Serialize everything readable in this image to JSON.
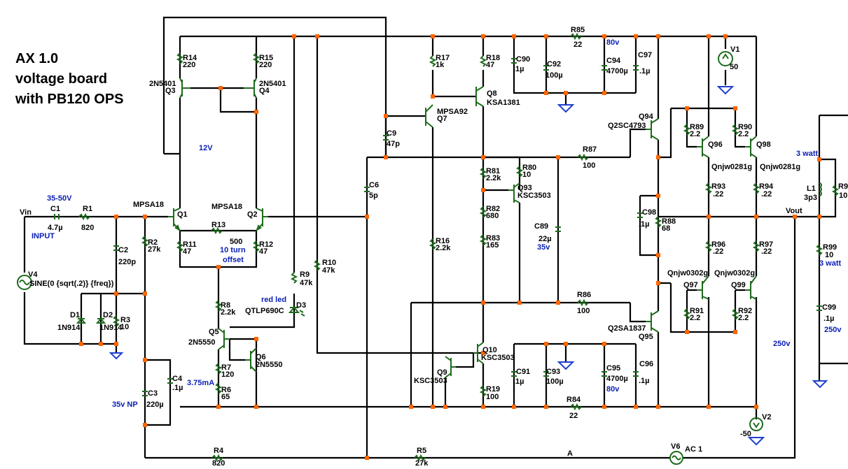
{
  "title_lines": [
    "AX 1.0",
    "voltage board",
    "with PB120 OPS"
  ],
  "notes": {
    "supply_range": "35-50V",
    "input": "INPUT",
    "v12": "12V",
    "turn_offset_1": "10 turn",
    "turn_offset_2": "offset",
    "red_led": "red led",
    "current": "3.75mA",
    "np": "35v NP",
    "c89_v": "35v",
    "c94_v": "80v",
    "c95_v": "80v",
    "v250a": "250v",
    "v250b": "250v",
    "watt3a": "3 watt",
    "watt3b": "3 watt"
  },
  "labels": {
    "vin": "Vin",
    "vout": "Vout",
    "node_a": "A",
    "c1": "C1",
    "c1v": "4.7µ",
    "r1": "R1",
    "r1v": "820",
    "q1": "Q1",
    "q1t": "MPSA18",
    "q2": "Q2",
    "q2t": "MPSA18",
    "r13": "R13",
    "r13v": "500",
    "r14": "R14",
    "r14v": "220",
    "r15": "R15",
    "r15v": "220",
    "q3": "Q3",
    "q3t": "2N5401",
    "q4": "Q4",
    "q4t": "2N5401",
    "r11": "R11",
    "r11v": "47",
    "r12": "R12",
    "r12v": "47",
    "r2": "R2",
    "r2v": "27k",
    "c2": "C2",
    "c2v": "220p",
    "v4": "V4",
    "v4v": "SINE(0 {sqrt(.2)} {freq})",
    "d1": "D1",
    "d1t": "1N914",
    "d2": "D2",
    "d2t": "1N914",
    "r3": "R3",
    "r3v": "10",
    "c3": "C3",
    "c3v": "220µ",
    "c4": "C4",
    "c4v": ".1µ",
    "r4": "R4",
    "r4v": "820",
    "r5": "R5",
    "r5v": "27k",
    "r8": "R8",
    "r8v": "2.2k",
    "q5": "Q5",
    "q5t": "2N5550",
    "q6": "Q6",
    "q6t": "2N5550",
    "r7": "R7",
    "r7v": "120",
    "r6": "R6",
    "r6v": "65",
    "r9": "R9",
    "r9v": "47k",
    "r10": "R10",
    "r10v": "47k",
    "d3": "D3",
    "d3t": "QTLP690C",
    "c6": "C6",
    "c6v": "5p",
    "c9": "C9",
    "c9v": "47p",
    "q7": "Q7",
    "q7t": "MPSA92",
    "r17": "R17",
    "r17v": "1k",
    "r16": "R16",
    "r16v": "2.2k",
    "q8": "Q8",
    "q8t": "KSA1381",
    "r18": "R18",
    "r18v": "47",
    "c90": "C90",
    "c90v": ".1µ",
    "c92": "C92",
    "c92v": "100µ",
    "r85": "R85",
    "r85v": "22",
    "c94": "C94",
    "c94v": "4700µ",
    "c97": "C97",
    "c97v": ".1µ",
    "v1": "V1",
    "v1v": "50",
    "r81": "R81",
    "r81v": "2.2k",
    "r80": "R80",
    "r80v": "10",
    "q93": "Q93",
    "q93t": "KSC3503",
    "r82": "R82",
    "r82v": "680",
    "r83": "R83",
    "r83v": "165",
    "c89": "C89",
    "c89v": "22µ",
    "r87": "R87",
    "r87v": "100",
    "r86": "R86",
    "r86v": "100",
    "q94": "Q94",
    "q94t": "Q2SC4793",
    "q95": "Q95",
    "q95t": "Q2SA1837",
    "c98": "C98",
    "c98v": ".1µ",
    "r88": "R88",
    "r88v": "68",
    "r89": "R89",
    "r89v": "2.2",
    "r90": "R90",
    "r90v": "2.2",
    "q96": "Q96",
    "q96t": "Qnjw0281g",
    "q98": "Q98",
    "q98t": "Qnjw0281g",
    "r93": "R93",
    "r93v": ".22",
    "r94": "R94",
    "r94v": ".22",
    "r96": "R96",
    "r96v": ".22",
    "r97": "R97",
    "r97v": ".22",
    "q97": "Q97",
    "q97t": "Qnjw0302g",
    "q99": "Q99",
    "q99t": "Qnjw0302g",
    "r91": "R91",
    "r91v": "2.2",
    "r92": "R92",
    "r92v": "2.2",
    "l1": "L1",
    "l1v": "3p3",
    "r9x": "R9",
    "r9xv": "10",
    "r99": "R99",
    "r99v": "10",
    "c99": "C99",
    "c99v": ".1µ",
    "q9": "Q9",
    "q9t": "KSC3503",
    "q10": "Q10",
    "q10t": "KSC3503",
    "r19": "R19",
    "r19v": "100",
    "c91": "C91",
    "c91v": ".1µ",
    "c93": "C93",
    "c93v": "100µ",
    "r84": "R84",
    "r84v": "22",
    "c95": "C95",
    "c95v": "4700µ",
    "c96": "C96",
    "c96v": ".1µ",
    "v2": "V2",
    "v2v": "-50",
    "v6": "V6",
    "v6v": "AC 1"
  },
  "colors": {
    "wire": "#000000",
    "component": "#1e6b1e",
    "ground": "#1f3fd0",
    "node": "#ff6600",
    "note": "#0a1eb4"
  }
}
